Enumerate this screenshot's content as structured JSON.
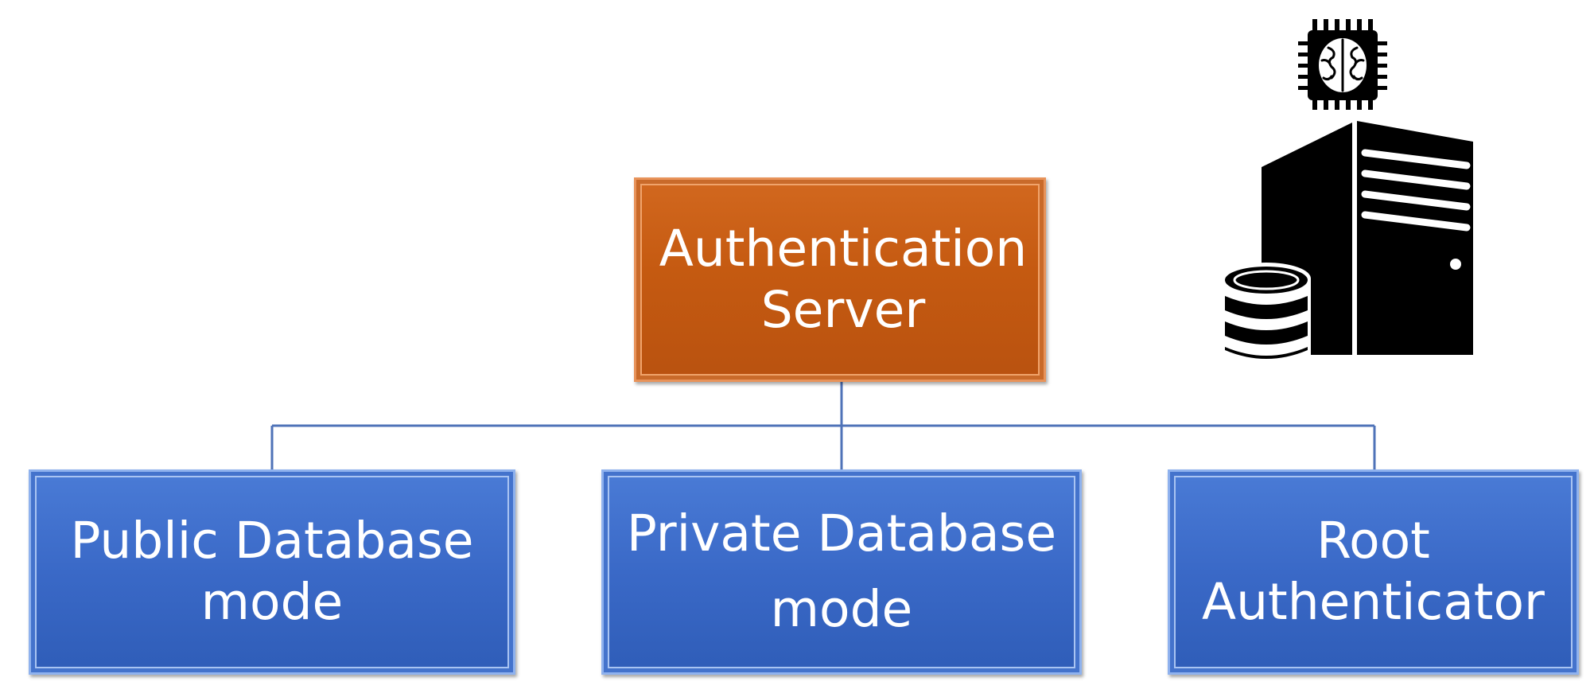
{
  "diagram": {
    "root": {
      "lines": [
        "Authentication",
        "Server"
      ],
      "color": "#c55a11"
    },
    "children": [
      {
        "id": "public",
        "lines": [
          "Public Database",
          "mode"
        ],
        "color": "#3a69c7"
      },
      {
        "id": "private",
        "lines": [
          "Private Database",
          "mode"
        ],
        "color": "#3a69c7"
      },
      {
        "id": "root-auth",
        "lines": [
          "Root",
          "Authenticator"
        ],
        "color": "#3a69c7"
      }
    ],
    "connector_color": "#4f73b8",
    "icon": "ai-chip-server-database-icon"
  }
}
